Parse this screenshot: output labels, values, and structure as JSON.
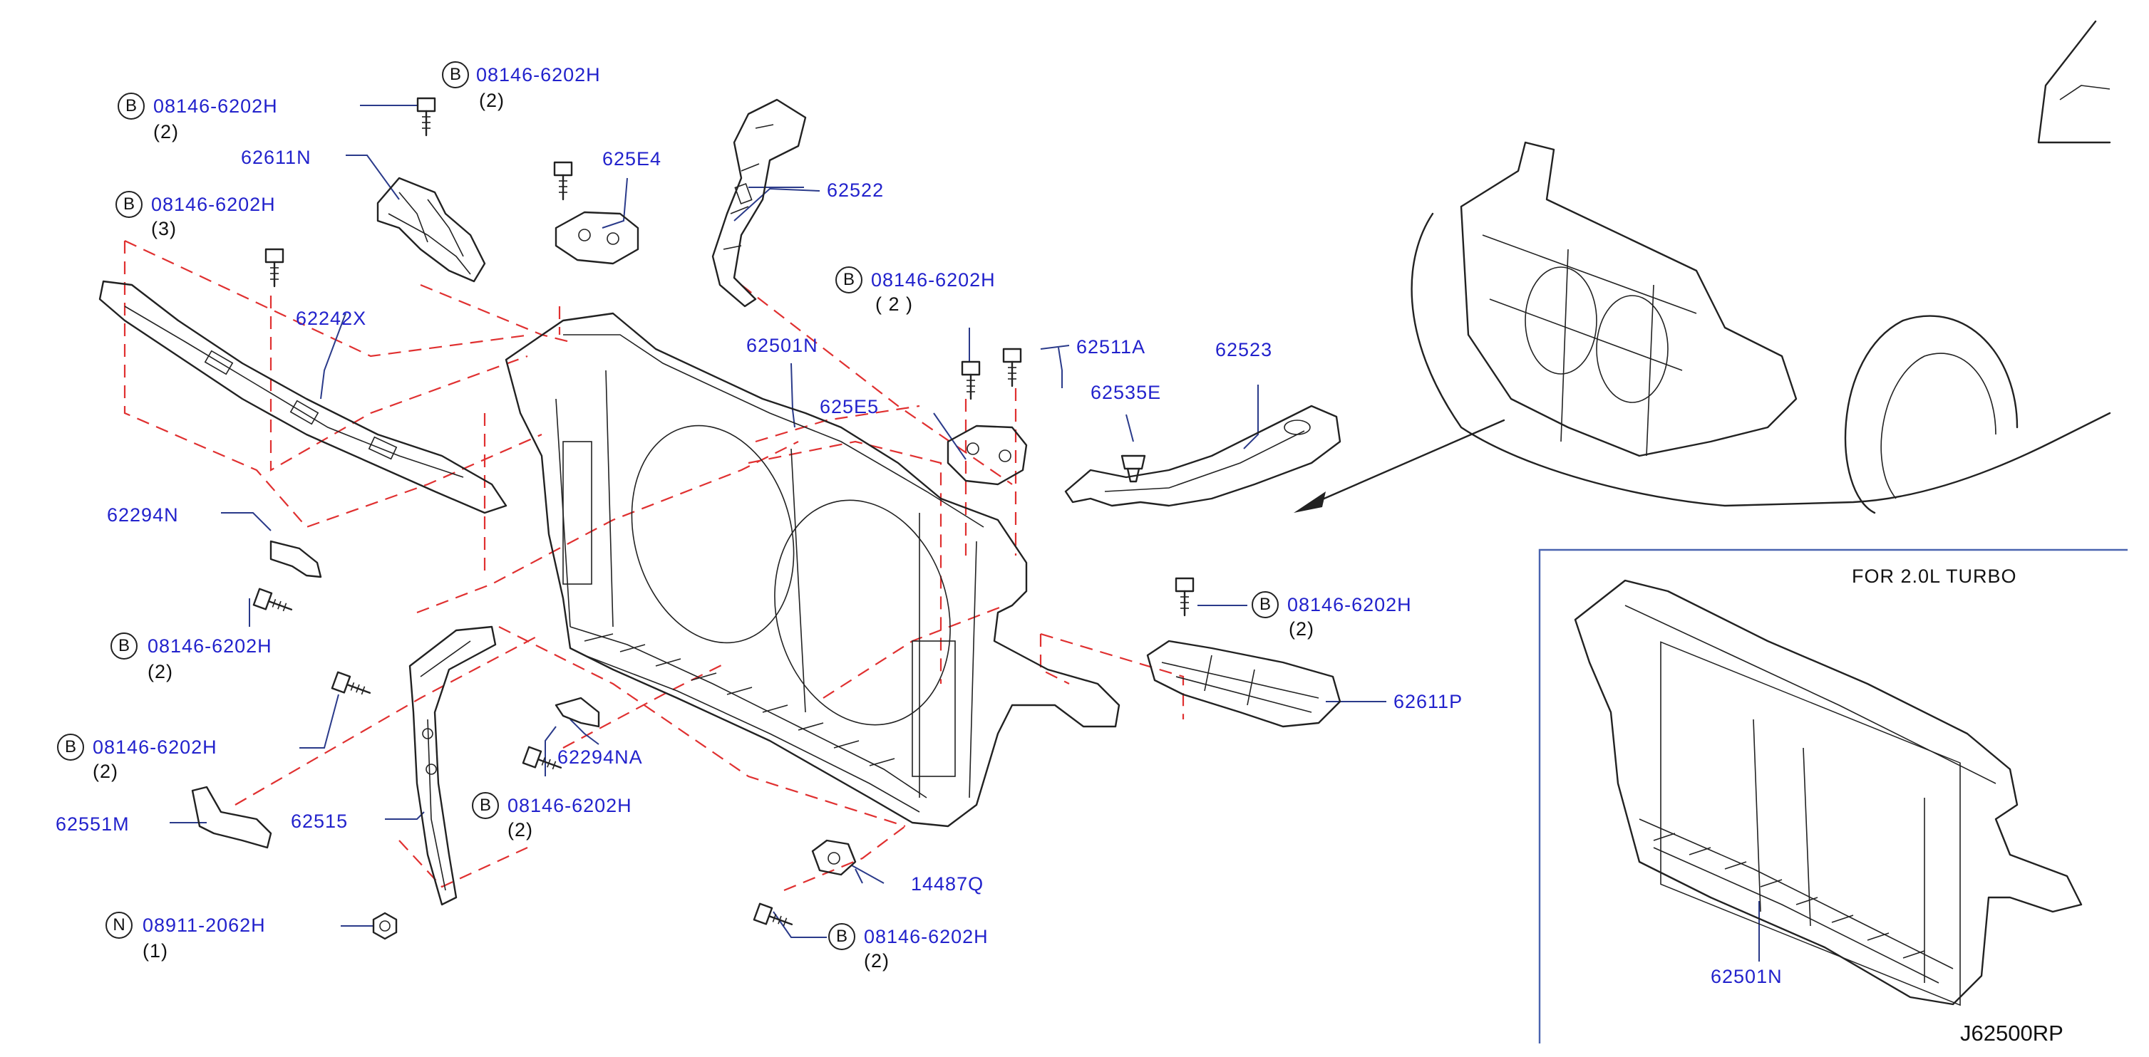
{
  "colors": {
    "part_number": "#2222cc",
    "dashed_guides": "#e03030",
    "inset_border": "#4a64b0",
    "outline": "#222222"
  },
  "bolt_spec": "08146-6202H",
  "badges": {
    "B": "B",
    "N": "N"
  },
  "labels": {
    "b1_spec": "08146-6202H",
    "b1_qty": "(2)",
    "b2_spec": "08146-6202H",
    "b2_qty": "(2)",
    "b3_spec": "08146-6202H",
    "b3_qty": "(3)",
    "b4_spec": "08146-6202H",
    "b4_qty": "( 2 )",
    "b5_spec": "08146-6202H",
    "b5_qty": "(2)",
    "b6_spec": "08146-6202H",
    "b6_qty": "(2)",
    "b7_spec": "08146-6202H",
    "b7_qty": "(2)",
    "b8_spec": "08146-6202H",
    "b8_qty": "(2)",
    "b9_spec": "08146-6202H",
    "b9_qty": "(2)",
    "n1_spec": "08911-2062H",
    "n1_qty": "(1)",
    "p62611N": "62611N",
    "p625E4": "625E4",
    "p62522": "62522",
    "p62242X": "62242X",
    "p62501N": "62501N",
    "p625E5": "625E5",
    "p62511A": "62511A",
    "p62523": "62523",
    "p62535E": "62535E",
    "p62294N": "62294N",
    "p62294NA": "62294NA",
    "p62551M": "62551M",
    "p62515": "62515",
    "p14487Q": "14487Q",
    "p62611P": "62611P",
    "p62501N_inset": "62501N"
  },
  "inset": {
    "title": "FOR  2.0L  TURBO"
  },
  "diagram_code": "J62500RP"
}
